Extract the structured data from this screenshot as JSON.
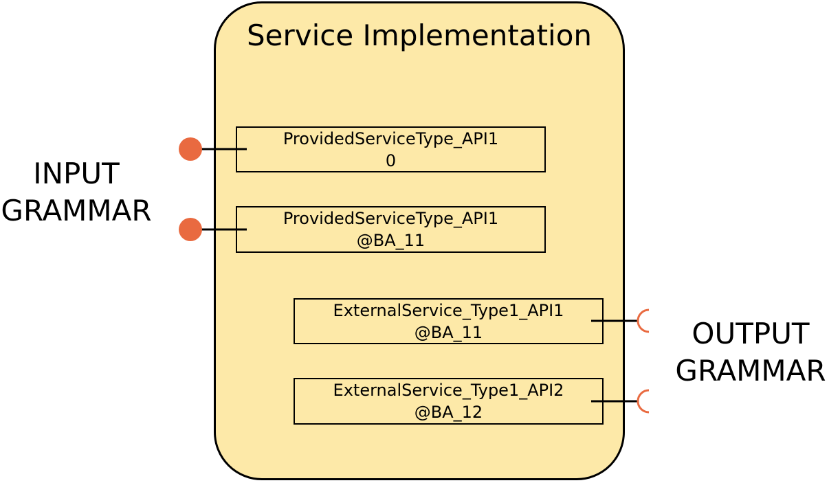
{
  "container": {
    "title": "Service Implementation"
  },
  "provided_apis": [
    {
      "line1": "ProvidedServiceType_API1",
      "line2": "0"
    },
    {
      "line1": "ProvidedServiceType_API1",
      "line2": "@BA_11"
    }
  ],
  "external_apis": [
    {
      "line1": "ExternalService_Type1_API1",
      "line2": "@BA_11"
    },
    {
      "line1": "ExternalService_Type1_API2",
      "line2": "@BA_12"
    }
  ],
  "input_grammar": {
    "line1": "INPUT",
    "line2": "GRAMMAR"
  },
  "output_grammar": {
    "line1": "OUTPUT",
    "line2": "GRAMMAR"
  },
  "colors": {
    "container_fill": "#fde9a8",
    "port": "#e96a40",
    "stroke": "#000000"
  },
  "icons": {
    "provided_port": "filled-circle-lollipop",
    "required_port": "half-circle-socket"
  }
}
